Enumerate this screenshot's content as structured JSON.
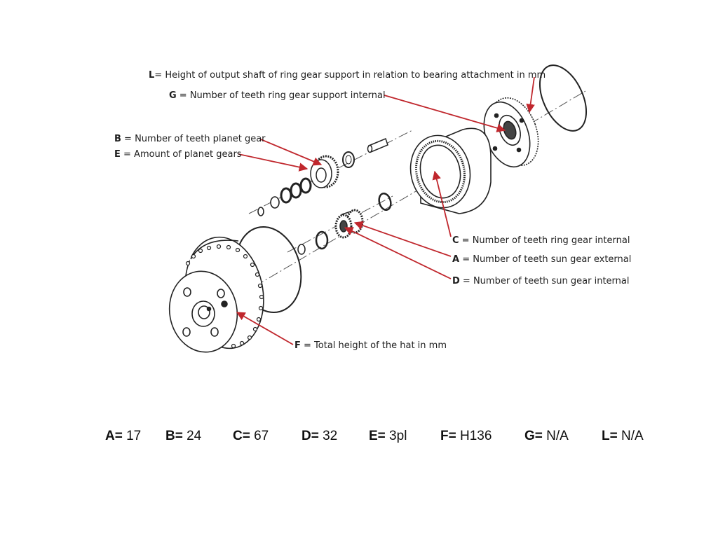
{
  "callouts": {
    "L": {
      "letter": "L",
      "text": "= Height of output shaft of ring gear support in relation to bearing attachment in mm"
    },
    "G": {
      "letter": "G",
      "text": " = Number of teeth ring gear support internal"
    },
    "B": {
      "letter": "B",
      "text": " = Number of teeth planet gear"
    },
    "E": {
      "letter": "E",
      "text": " = Amount of planet gears"
    },
    "C": {
      "letter": "C",
      "text": " = Number of teeth ring gear internal"
    },
    "A": {
      "letter": "A",
      "text": " = Number of teeth sun gear external"
    },
    "D": {
      "letter": "D",
      "text": " = Number of teeth sun gear internal"
    },
    "F": {
      "letter": "F",
      "text": " = Total height of the hat in mm"
    }
  },
  "values": [
    {
      "key": "A=",
      "value": " 17"
    },
    {
      "key": "B=",
      "value": " 24"
    },
    {
      "key": "C=",
      "value": " 67"
    },
    {
      "key": "D=",
      "value": " 32"
    },
    {
      "key": "E=",
      "value": " 3pl"
    },
    {
      "key": "F=",
      "value": " H136"
    },
    {
      "key": "G=",
      "value": " N/A"
    },
    {
      "key": "L=",
      "value": " N/A"
    }
  ],
  "colors": {
    "arrow": "#c0272d",
    "line": "#222222",
    "text": "#1e1e1e"
  }
}
